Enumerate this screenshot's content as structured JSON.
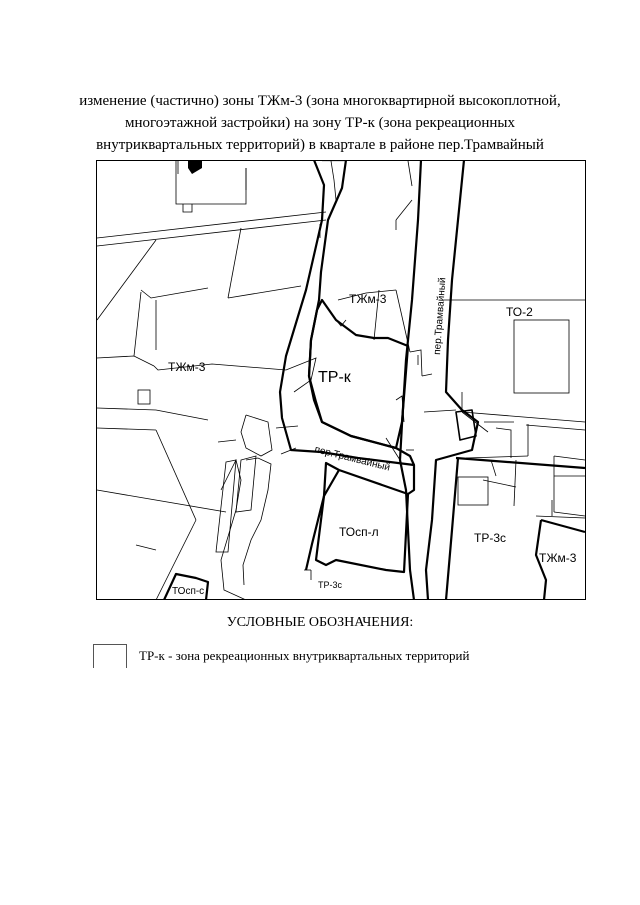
{
  "title": {
    "line1": "изменение (частично) зоны ТЖм-3 (зона многоквартирной высокоплотной,",
    "line2": "многоэтажной застройки) на зону ТР-к (зона рекреационных",
    "line3": "внутриквартальных территорий) в квартале в районе пер.Трамвайный"
  },
  "map": {
    "labels": {
      "tzhm3_center": "ТЖм-3",
      "to2": "ТО-2",
      "tzhm3_left": "ТЖм-3",
      "trk": "ТР-к",
      "street_vertical": "пер.Трамвайный",
      "street_diagonal": "пер.Трамвайный",
      "tosp_l": "ТОсп-л",
      "tr3s_right": "ТР-3с",
      "tzhm3_right": "ТЖм-3",
      "tosp_s": "ТОсп-с",
      "tr3s_bottom": "ТР-3с"
    }
  },
  "legend": {
    "heading": "УСЛОВНЫЕ ОБОЗНАЧЕНИЯ:",
    "items": [
      {
        "text": "ТР-к - зона рекреационных внутриквартальных территорий"
      }
    ]
  }
}
